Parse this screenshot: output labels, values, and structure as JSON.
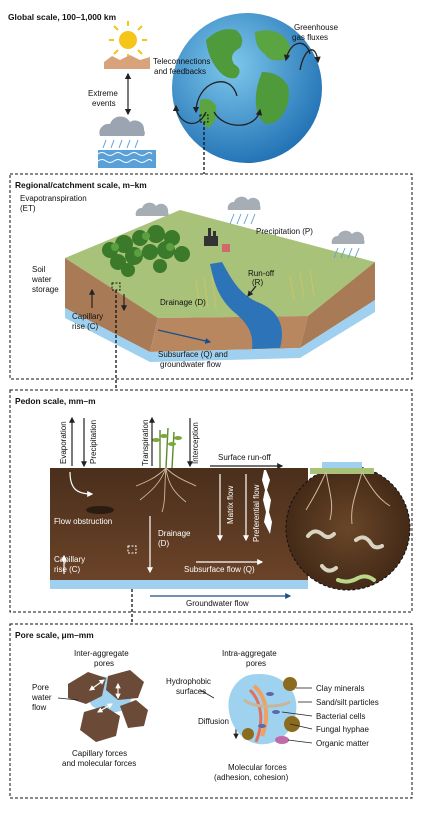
{
  "global": {
    "title": "Global scale, 100–1,000 km",
    "greenhouse_l1": "Greenhouse",
    "greenhouse_l2": "gas fluxes",
    "telecon_l1": "Teleconnections",
    "telecon_l2": "and feedbacks",
    "extreme_l1": "Extreme",
    "extreme_l2": "events"
  },
  "regional": {
    "title": "Regional/catchment scale, m–km",
    "et_l1": "Evapotranspiration",
    "et_l2": "(ET)",
    "precip": "Precipitation (P)",
    "soil_l1": "Soil",
    "soil_l2": "water",
    "soil_l3": "storage",
    "runoff_l1": "Run-off",
    "runoff_l2": "(R)",
    "drainage": "Drainage (D)",
    "capillary_l1": "Capillary",
    "capillary_l2": "rise (C)",
    "subsurface_l1": "Subsurface (Q) and",
    "subsurface_l2": "groundwater flow"
  },
  "pedon": {
    "title": "Pedon scale, mm–m",
    "evaporation": "Evaporation",
    "precipitation": "Precipitation",
    "transpiration": "Transpiration",
    "interception": "Interception",
    "surface_runoff": "Surface run-off",
    "matrix_flow": "Matrix flow",
    "preferential_flow": "Preferential flow",
    "flow_obstruction": "Flow obstruction",
    "drainage_l1": "Drainage",
    "drainage_l2": "(D)",
    "capillary_l1": "Capillary",
    "capillary_l2": "rise (C)",
    "subsurface": "Subsurface flow (Q)",
    "groundwater": "Groundwater flow"
  },
  "pore": {
    "title": "Pore scale, μm–mm",
    "inter_l1": "Inter-aggregate",
    "inter_l2": "pores",
    "intra_l1": "Intra-aggregate",
    "intra_l2": "pores",
    "pore_water_l1": "Pore",
    "pore_water_l2": "water",
    "pore_water_l3": "flow",
    "capillary_forces_l1": "Capillary forces",
    "capillary_forces_l2": "and molecular forces",
    "hydrophobic_l1": "Hydrophobic",
    "hydrophobic_l2": "surfaces",
    "diffusion": "Diffusion",
    "clay": "Clay minerals",
    "sand": "Sand/silt particles",
    "bacterial": "Bacterial cells",
    "fungal": "Fungal hyphae",
    "organic": "Organic matter",
    "molecular_l1": "Molecular forces",
    "molecular_l2": "(adhesion, cohesion)"
  }
}
